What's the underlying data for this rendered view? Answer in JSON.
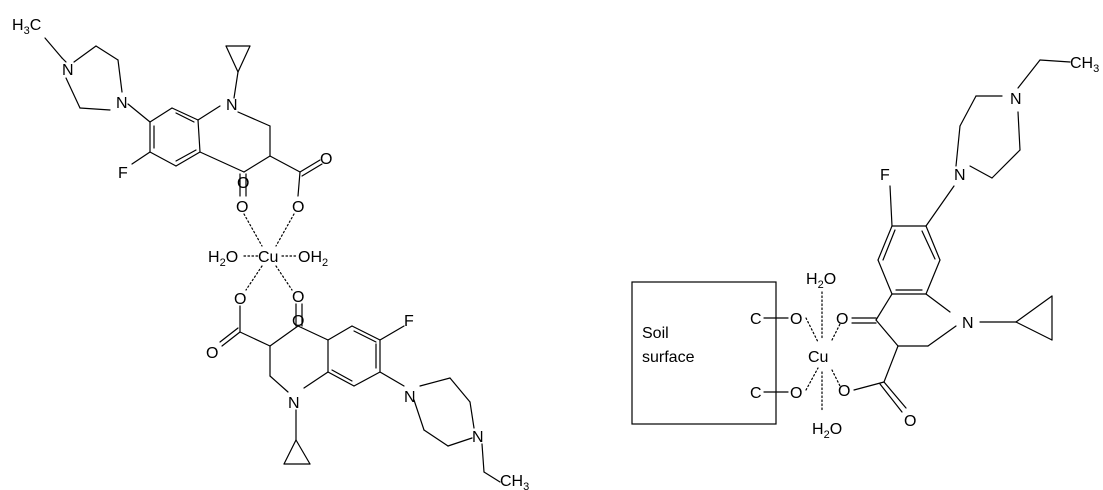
{
  "left_complex": {
    "atoms": {
      "h3c_top": "H",
      "h3c_top_sub": "3",
      "h3c_top_c": "C",
      "n_piperazine_top_1": "N",
      "n_piperazine_top_2": "N",
      "n_ring_top": "N",
      "f_top": "F",
      "o_keto_top": "O",
      "o_carbonyl_top": "O",
      "o_coord_top_1": "O",
      "o_coord_top_2": "O",
      "h2o_left_h": "H",
      "h2o_left_sub": "2",
      "h2o_left_o": "O",
      "cu_center": "Cu",
      "oh2_right_o": "OH",
      "oh2_right_sub": "2",
      "o_coord_bottom_1": "O",
      "o_coord_bottom_2": "O",
      "o_carbonyl_bottom": "O",
      "o_keto_bottom": "O",
      "f_bottom": "F",
      "n_ring_bottom": "N",
      "n_piperazine_bottom_1": "N",
      "n_piperazine_bottom_2": "N",
      "ch3_bottom_c": "CH",
      "ch3_bottom_sub": "3"
    }
  },
  "right_complex": {
    "soil_label_line1": "Soil",
    "soil_label_line2": "surface",
    "atoms": {
      "c_upper": "C",
      "c_lower": "C",
      "o_surface_upper": "O",
      "o_surface_lower": "O",
      "h2o_top_h": "H",
      "h2o_top_sub": "2",
      "h2o_top_o": "O",
      "cu_center": "Cu",
      "h2o_bottom_h": "H",
      "h2o_bottom_sub": "2",
      "h2o_bottom_o": "O",
      "o_keto": "O",
      "o_coord": "O",
      "o_carbonyl": "O",
      "f": "F",
      "n_ring": "N",
      "n_piperazine_1": "N",
      "n_piperazine_2": "N",
      "ch3_c": "CH",
      "ch3_sub": "3"
    }
  }
}
